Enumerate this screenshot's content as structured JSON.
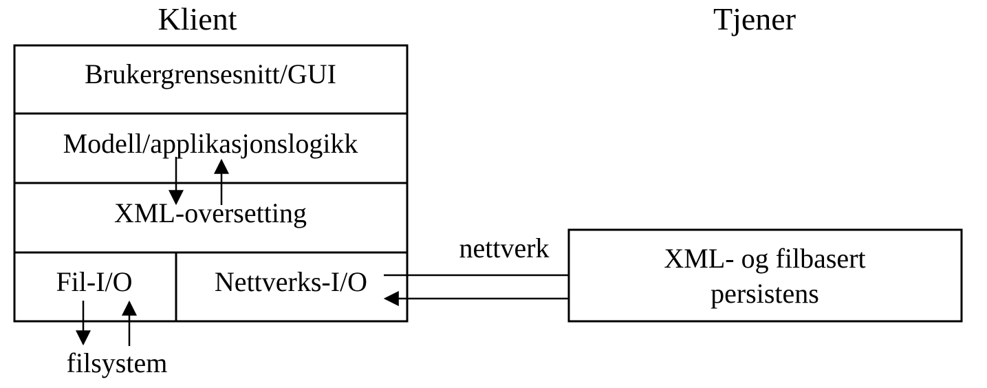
{
  "client": {
    "heading": "Klient",
    "layers": {
      "gui": "Brukergrensesnitt/GUI",
      "model": "Modell/applikasjonslogikk",
      "xml": "XML-oversetting",
      "file_io": "Fil-I/O",
      "network_io": "Nettverks-I/O"
    },
    "filesystem": "filsystem"
  },
  "server": {
    "heading": "Tjener",
    "persistence_line1": "XML- og filbasert",
    "persistence_line2": "persistens"
  },
  "network_label": "nettverk"
}
